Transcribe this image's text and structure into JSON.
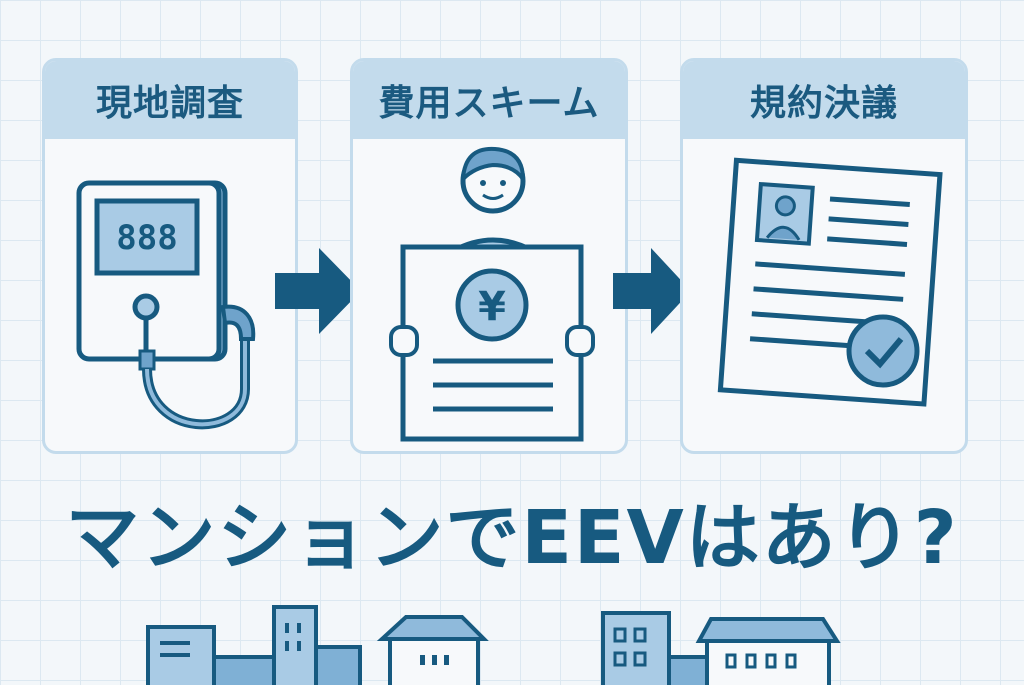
{
  "steps": [
    {
      "label": "現地調査",
      "icon": "ev-charger-icon"
    },
    {
      "label": "費用スキーム",
      "icon": "person-holding-yen-sign-icon",
      "sign_symbol": "¥"
    },
    {
      "label": "規約決議",
      "icon": "approved-document-icon"
    }
  ],
  "charger_display": "888",
  "headline": "マンションでEEVはあり?",
  "colors": {
    "primary": "#175a80",
    "light": "#c3dbec",
    "mid": "#7fb0d5",
    "background": "#f3f7fa"
  }
}
